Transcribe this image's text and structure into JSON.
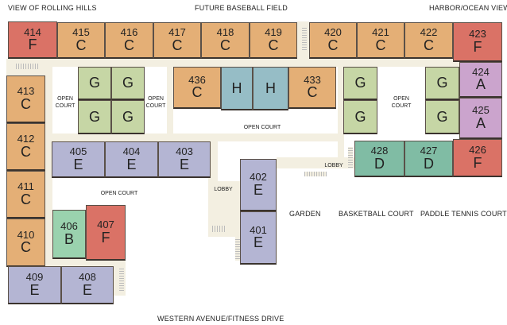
{
  "labels": {
    "view_rolling_hills": "VIEW OF ROLLING HILLS",
    "future_baseball": "FUTURE BASEBALL FIELD",
    "harbor_ocean": "HARBOR/OCEAN VIEW",
    "garden": "GARDEN",
    "basketball": "BASKETBALL COURT",
    "paddle_tennis": "PADDLE TENNIS COURT",
    "western_ave": "WESTERN AVENUE/FITNESS DRIVE",
    "open_court": "OPEN COURT",
    "open": "OPEN",
    "court": "COURT",
    "lobby": "LOBBY"
  },
  "units": [
    {
      "number": "414",
      "type": "F"
    },
    {
      "number": "415",
      "type": "C"
    },
    {
      "number": "416",
      "type": "C"
    },
    {
      "number": "417",
      "type": "C"
    },
    {
      "number": "418",
      "type": "C"
    },
    {
      "number": "419",
      "type": "C"
    },
    {
      "number": "420",
      "type": "C"
    },
    {
      "number": "421",
      "type": "C"
    },
    {
      "number": "422",
      "type": "C"
    },
    {
      "number": "423",
      "type": "F"
    },
    {
      "number": "424",
      "type": "A"
    },
    {
      "number": "425",
      "type": "A"
    },
    {
      "number": "426",
      "type": "F"
    },
    {
      "number": "427",
      "type": "D"
    },
    {
      "number": "428",
      "type": "D"
    },
    {
      "number": "433",
      "type": "C"
    },
    {
      "number": "436",
      "type": "C"
    },
    {
      "number": "413",
      "type": "C"
    },
    {
      "number": "412",
      "type": "C"
    },
    {
      "number": "411",
      "type": "C"
    },
    {
      "number": "410",
      "type": "C"
    },
    {
      "number": "409",
      "type": "E"
    },
    {
      "number": "408",
      "type": "E"
    },
    {
      "number": "407",
      "type": "F"
    },
    {
      "number": "406",
      "type": "B"
    },
    {
      "number": "405",
      "type": "E"
    },
    {
      "number": "404",
      "type": "E"
    },
    {
      "number": "403",
      "type": "E"
    },
    {
      "number": "402",
      "type": "E"
    },
    {
      "number": "401",
      "type": "E"
    }
  ],
  "unlabeled_units": {
    "h": "H",
    "g": "G"
  }
}
